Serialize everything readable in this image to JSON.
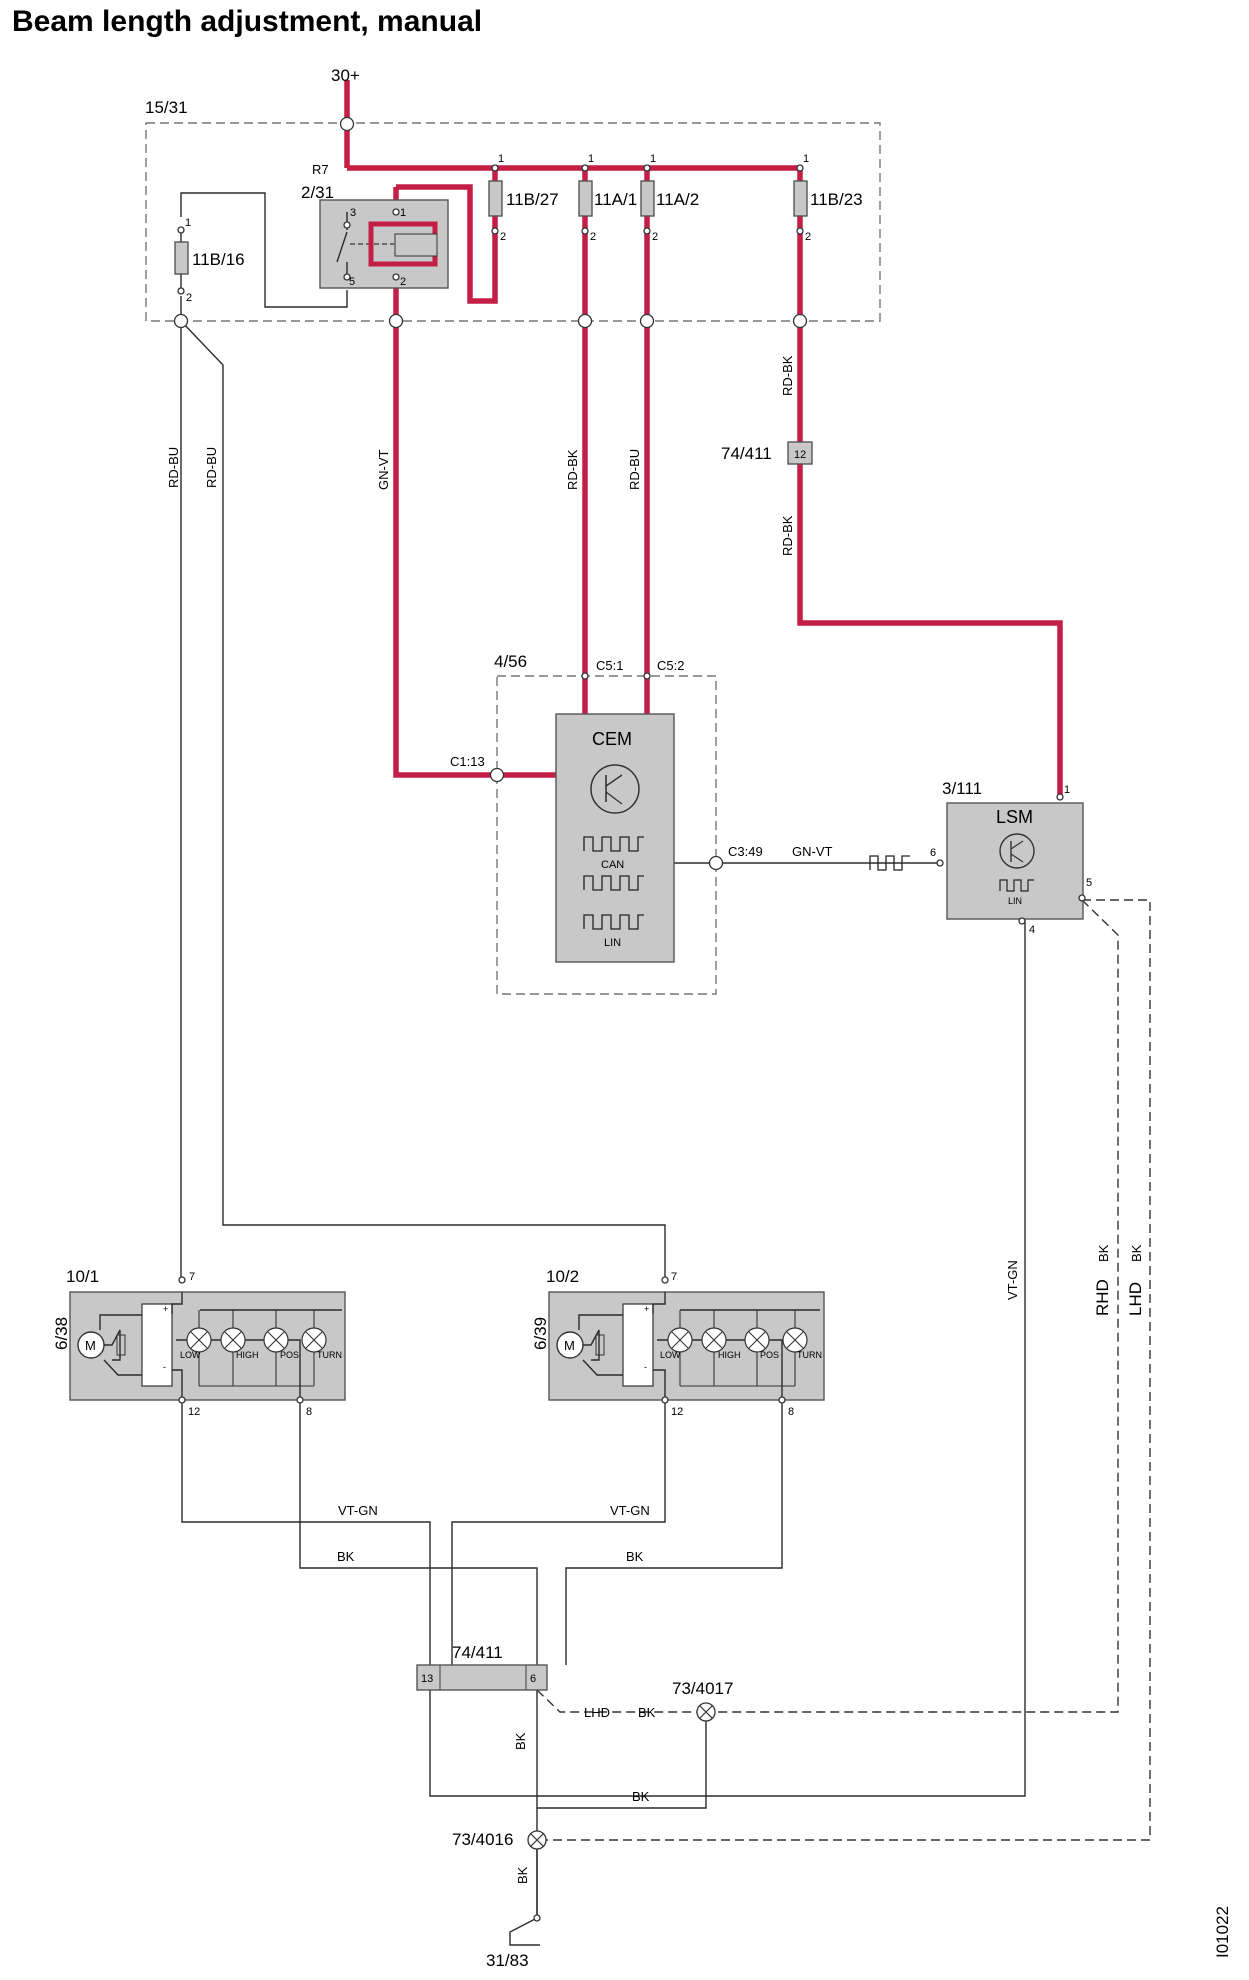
{
  "title": "Beam length adjustment, manual",
  "drawing_id": "I01022",
  "colors": {
    "power_wire": "#c41e46",
    "component_fill": "#c8c8c8",
    "wire": "#2b2b2b"
  },
  "labels": {
    "supply": "30+",
    "fusebox": "15/31",
    "relay_ref": "R7",
    "relay": "2/31",
    "fuse_b16": "11B/16",
    "fuse_b27": "11B/27",
    "fuse_a1": "11A/1",
    "fuse_a2": "11A/2",
    "fuse_b23": "11B/23",
    "connector_top": "74/411",
    "connector_top_pin": "12",
    "cem_box": "4/56",
    "cem": "CEM",
    "cem_can": "CAN",
    "cem_lin": "LIN",
    "c5_1": "C5:1",
    "c5_2": "C5:2",
    "c1_13": "C1:13",
    "c3_49": "C3:49",
    "lsm_ref": "3/111",
    "lsm": "LSM",
    "lsm_lin": "LIN",
    "hl_left": "10/1",
    "hl_right": "10/2",
    "motor_left": "6/38",
    "motor_right": "6/39",
    "motor": "M",
    "lamp_low": "LOW",
    "lamp_high": "HIGH",
    "lamp_pos": "POS",
    "lamp_turn": "TURN",
    "connector_bottom": "74/411",
    "connector_bottom_pin13": "13",
    "connector_bottom_pin6": "6",
    "ground_4017": "73/4017",
    "ground_4016": "73/4016",
    "ground_3183": "31/83",
    "lhd": "LHD",
    "rhd": "RHD"
  },
  "pins": {
    "p1": "1",
    "p2": "2",
    "p3": "3",
    "p4": "4",
    "p5": "5",
    "p6": "6",
    "p7": "7",
    "p8": "8",
    "p12": "12",
    "plus": "+",
    "minus": "-"
  },
  "wire_colors": {
    "rd_bu": "RD-BU",
    "gn_vt": "GN-VT",
    "rd_bk": "RD-BK",
    "vt_gn": "VT-GN",
    "bk": "BK"
  }
}
